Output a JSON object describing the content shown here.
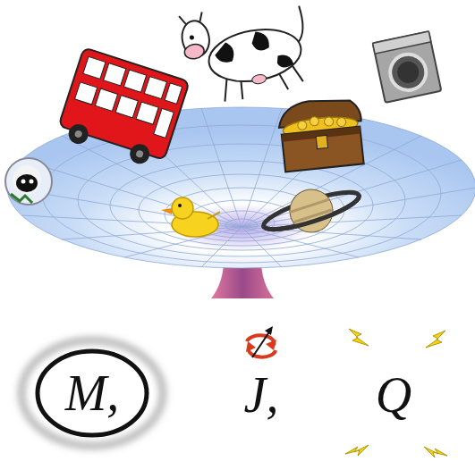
{
  "diagram": {
    "nodes": [
      {
        "text": [
          "M,"
        ]
      }
    ],
    "labels": [
      "J,",
      "Q"
    ]
  }
}
